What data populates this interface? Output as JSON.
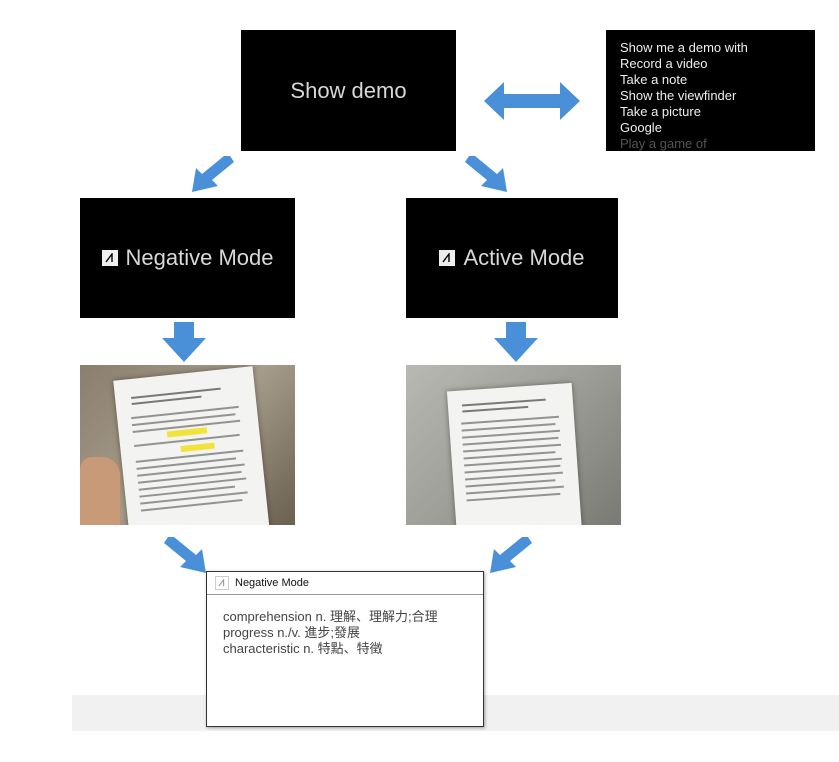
{
  "show_demo": {
    "label": "Show demo"
  },
  "voice_menu": {
    "items": [
      "Show me a demo with",
      "Record a video",
      "Take a note",
      "Show the viewfinder",
      "Take a picture",
      "Google",
      "Play a game of"
    ]
  },
  "negative_mode": {
    "label": "Negative Mode"
  },
  "active_mode": {
    "label": "Active Mode"
  },
  "result_card": {
    "title": "Negative Mode",
    "lines": [
      "comprehension n. 理解、理解力;合理",
      "progress n./v. 進步;發展",
      "characteristic n. 特點、特徵"
    ]
  },
  "colors": {
    "arrow": "#4a90d9",
    "screen": "#000000",
    "highlight": "#f2e33c"
  },
  "icons": {
    "mode": "glass-mode-icon",
    "arrow": "flow-arrow-icon",
    "double_arrow": "double-arrow-icon"
  }
}
